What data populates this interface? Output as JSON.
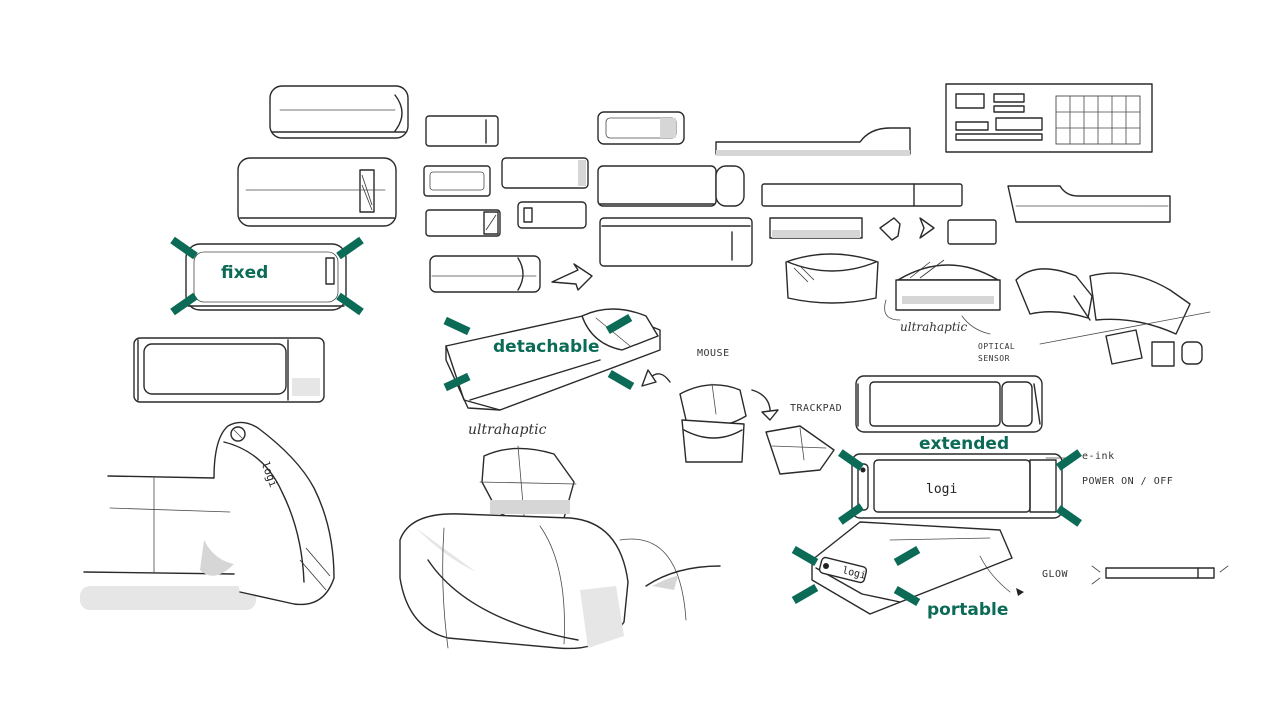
{
  "labels": {
    "fixed": "fixed",
    "detachable": "detachable",
    "extended": "extended",
    "portable": "portable"
  },
  "notes": {
    "mouse": "MOUSE",
    "trackpad": "TRACKPAD",
    "ultrahaptic_top": "ultrahaptic",
    "ultrahaptic_mid": "ultrahaptic",
    "optical_sensor_1": "OPTICAL",
    "optical_sensor_2": "SENSOR",
    "e_ink": "e-ink",
    "power": "POWER ON / OFF",
    "glow": "GLOW"
  },
  "logos": {
    "extended": "logi",
    "portable": "logi",
    "keyboard": "logi"
  },
  "colors": {
    "accent_green": "#0b6b57",
    "ink": "#2a2a2a",
    "shade": "#d6d6d6"
  }
}
